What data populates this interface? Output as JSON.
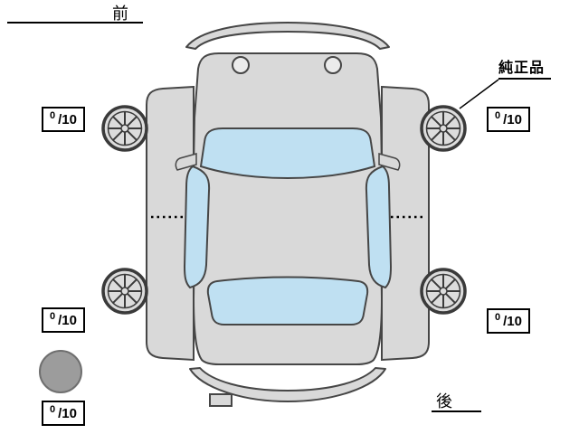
{
  "labels": {
    "front": "前",
    "rear": "後",
    "genuine_part": "純正品"
  },
  "tires": {
    "front_left": {
      "score": "0",
      "max": "/10"
    },
    "front_right": {
      "score": "0",
      "max": "/10"
    },
    "rear_left": {
      "score": "0",
      "max": "/10"
    },
    "rear_right": {
      "score": "0",
      "max": "/10"
    },
    "spare": {
      "score": "0",
      "max": "/10"
    }
  },
  "icons": {
    "wheels": [
      "wheel-front-left-icon",
      "wheel-front-right-icon",
      "wheel-rear-left-icon",
      "wheel-rear-right-icon"
    ],
    "spare": "spare-tire-icon"
  },
  "colors": {
    "background": "#ffffff",
    "text": "#000000",
    "body": "#d9d9d9",
    "outline": "#464646",
    "glass": "#bfe0f2",
    "hood_circle": "#ececec",
    "wheel_fill": "#dcdcdc",
    "wheel_line": "#3a3a3a",
    "spare_fill": "#9c9c9c",
    "spare_edge": "#6f6f6f"
  }
}
